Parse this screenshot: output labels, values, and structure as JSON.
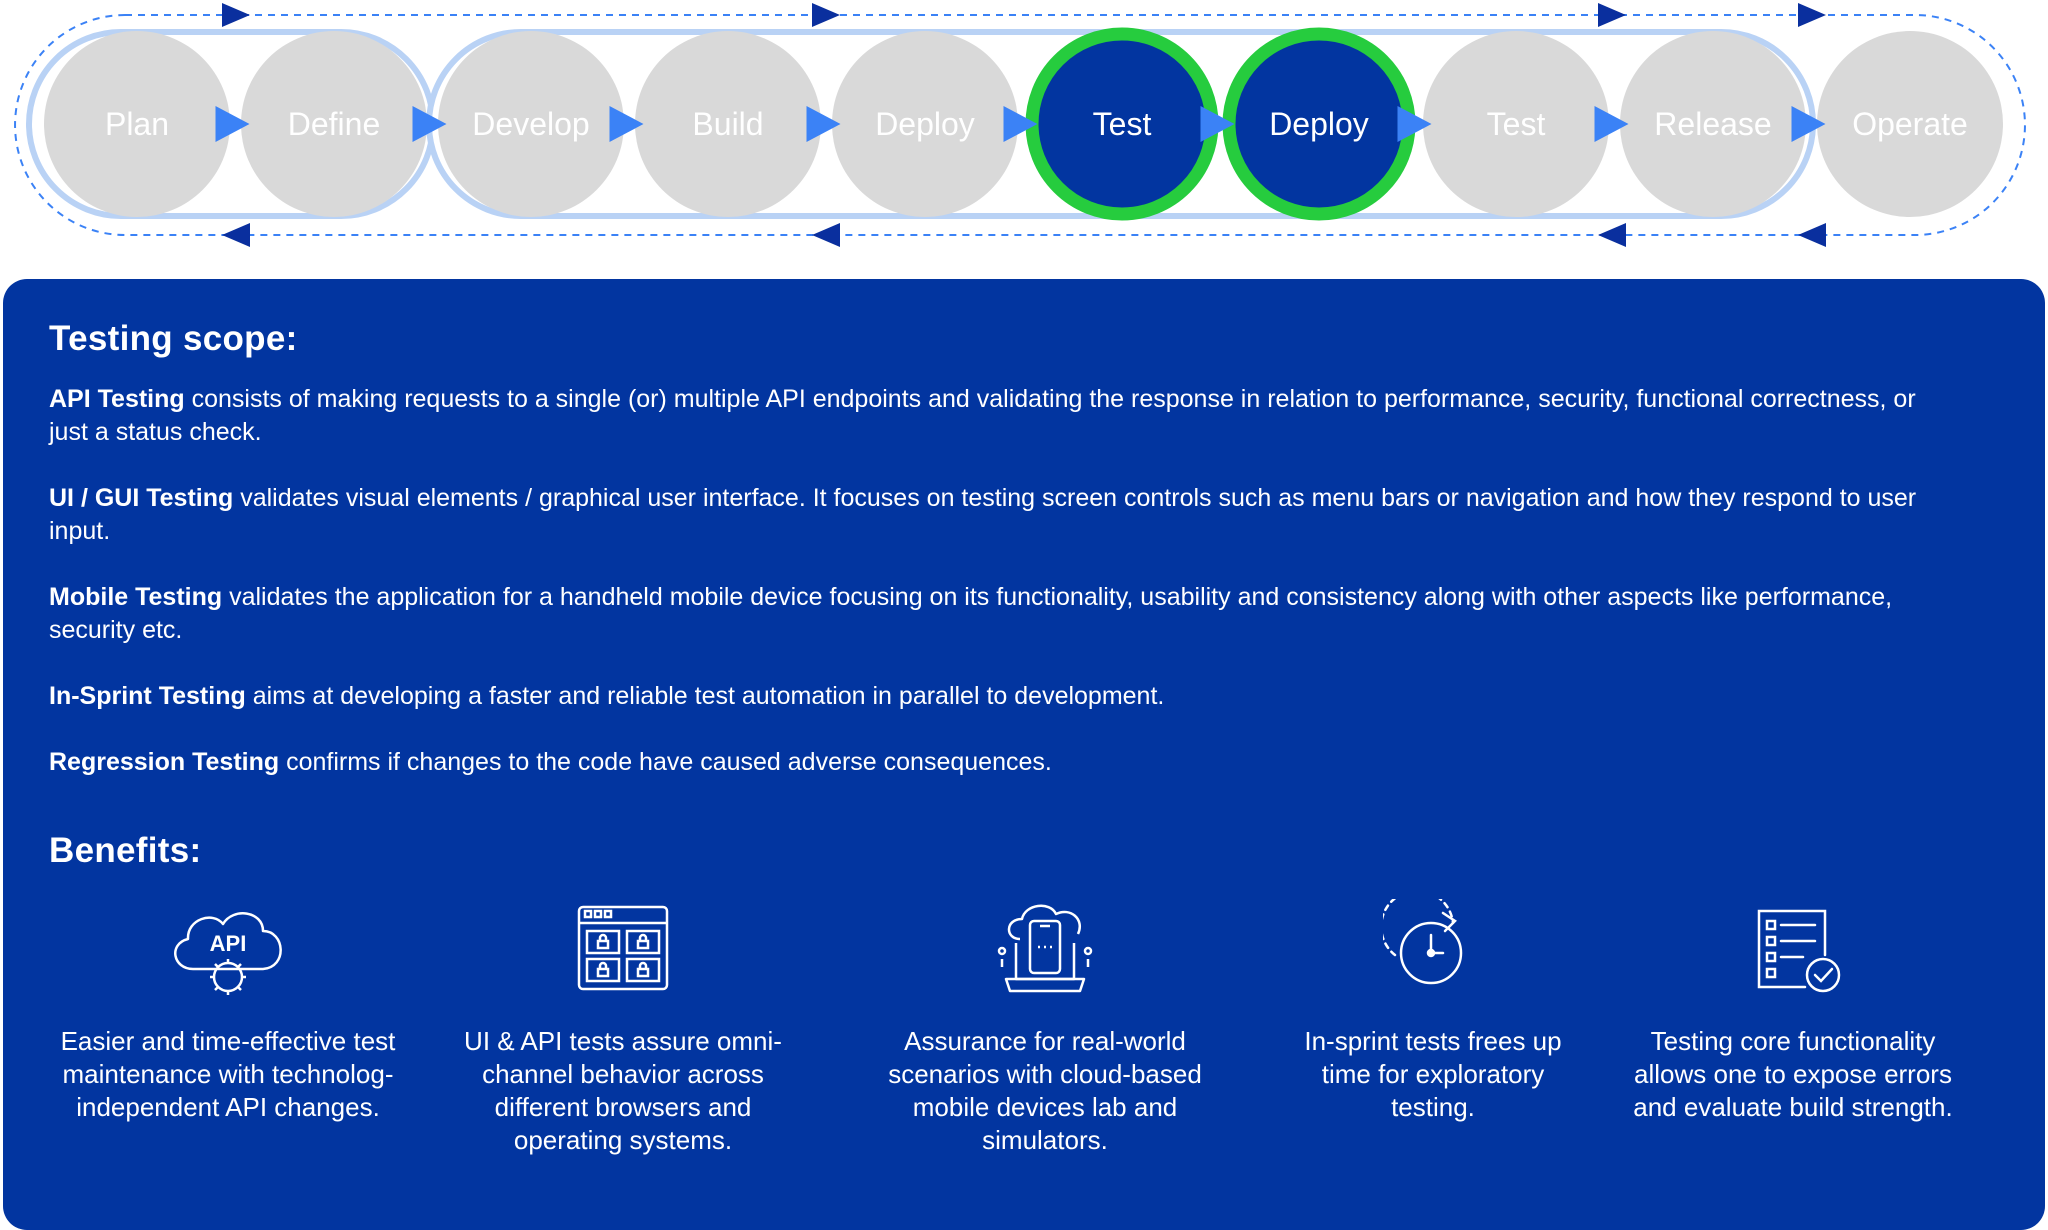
{
  "pipeline": {
    "stages": [
      {
        "label": "Plan",
        "active": false
      },
      {
        "label": "Define",
        "active": false
      },
      {
        "label": "Develop",
        "active": false
      },
      {
        "label": "Build",
        "active": false
      },
      {
        "label": "Deploy",
        "active": false
      },
      {
        "label": "Test",
        "active": true
      },
      {
        "label": "Deploy",
        "active": true
      },
      {
        "label": "Test",
        "active": false
      },
      {
        "label": "Release",
        "active": false
      },
      {
        "label": "Operate",
        "active": false
      }
    ],
    "colors": {
      "inactive_fill": "#d9d9d9",
      "active_fill": "#0235a0",
      "active_ring": "#26cc3e",
      "arrow": "#3b82f6",
      "loop_arrow": "#0a2f9e",
      "loop_line": "#3b82f6",
      "group_border": "#b9d2f5"
    }
  },
  "scope": {
    "title": "Testing scope:",
    "items": [
      {
        "term": "API Testing",
        "desc": " consists of making requests to a single (or) multiple API endpoints and validating the response in relation to performance, security, functional correctness, or just a status check."
      },
      {
        "term": "UI / GUI Testing",
        "desc": " validates visual elements / graphical user interface. It focuses on testing screen controls such as menu bars or navigation and how they respond to user input."
      },
      {
        "term": "Mobile Testing",
        "desc": " validates the application for a handheld mobile device focusing on its functionality, usability and consistency along with other aspects like performance, security etc."
      },
      {
        "term": "In-Sprint Testing",
        "desc": " aims at developing a faster and reliable test automation in parallel to development."
      },
      {
        "term": "Regression Testing",
        "desc": " confirms if changes to the code have caused adverse consequences."
      }
    ]
  },
  "benefits": {
    "title": "Benefits:",
    "items": [
      {
        "icon": "api-cloud-gear-icon",
        "icon_text": "API",
        "text": "Easier and time-effective test maintenance with technolog-independent API changes."
      },
      {
        "icon": "browser-grid-icon",
        "text": "UI & API tests assure omni-channel behavior across different browsers and operating systems."
      },
      {
        "icon": "cloud-mobile-laptop-icon",
        "text": "Assurance for real-world scenarios with cloud-based mobile devices lab and simulators."
      },
      {
        "icon": "clock-refresh-icon",
        "text": "In-sprint tests frees up time for exploratory testing."
      },
      {
        "icon": "checklist-check-icon",
        "text": "Testing core functionality allows one to expose errors and evaluate build strength."
      }
    ]
  },
  "panel_color": "#0235a0"
}
